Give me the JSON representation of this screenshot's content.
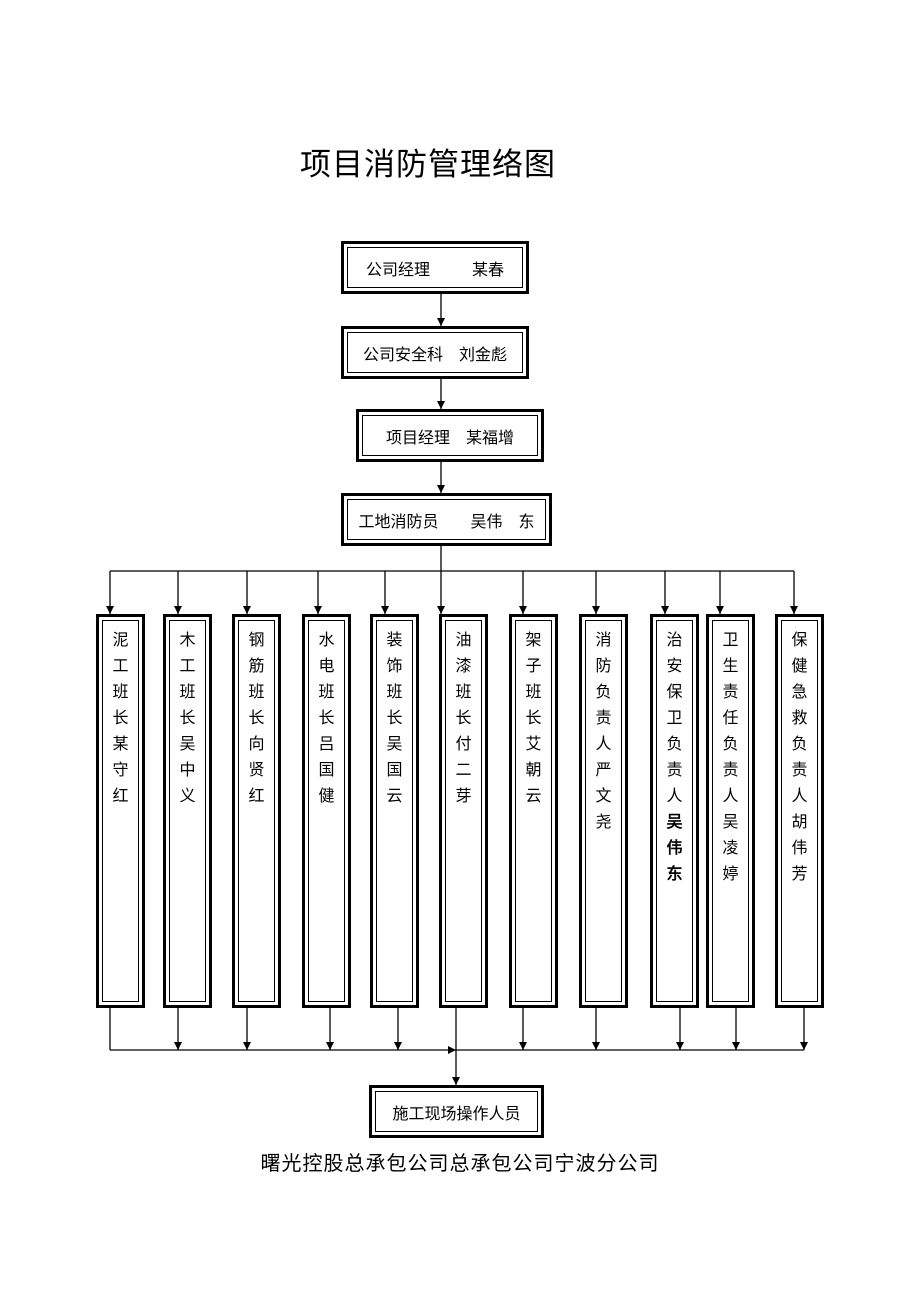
{
  "title": "项目消防管理络图",
  "chain": [
    {
      "role": "公司经理",
      "name": "某春"
    },
    {
      "role": "公司安全科",
      "name": "刘金彪"
    },
    {
      "role": "项目经理",
      "name": "某福增"
    },
    {
      "role": "工地消防员",
      "name": "吴伟　东"
    }
  ],
  "teams": [
    {
      "role": "泥工班长",
      "name": "某守红"
    },
    {
      "role": "木工班长",
      "name": "吴中义"
    },
    {
      "role": "钢筋班长",
      "name": "向贤红"
    },
    {
      "role": "水电班长",
      "name": "吕国健"
    },
    {
      "role": "装饰班长",
      "name": "吴国云"
    },
    {
      "role": "油漆班长",
      "name": "付二芽"
    },
    {
      "role": "架子班长",
      "name": "艾朝云"
    },
    {
      "role": "消防负责人",
      "name": "严文尧"
    },
    {
      "role": "治安保卫负责人",
      "name": "吴伟东"
    },
    {
      "role": "卫生责任负责人",
      "name": "吴凌婷"
    },
    {
      "role": "保健急救负责人",
      "name": "胡伟芳"
    }
  ],
  "bottom_node": "施工现场操作人员",
  "footer": "曙光控股总承包公司总承包公司宁波分公司"
}
